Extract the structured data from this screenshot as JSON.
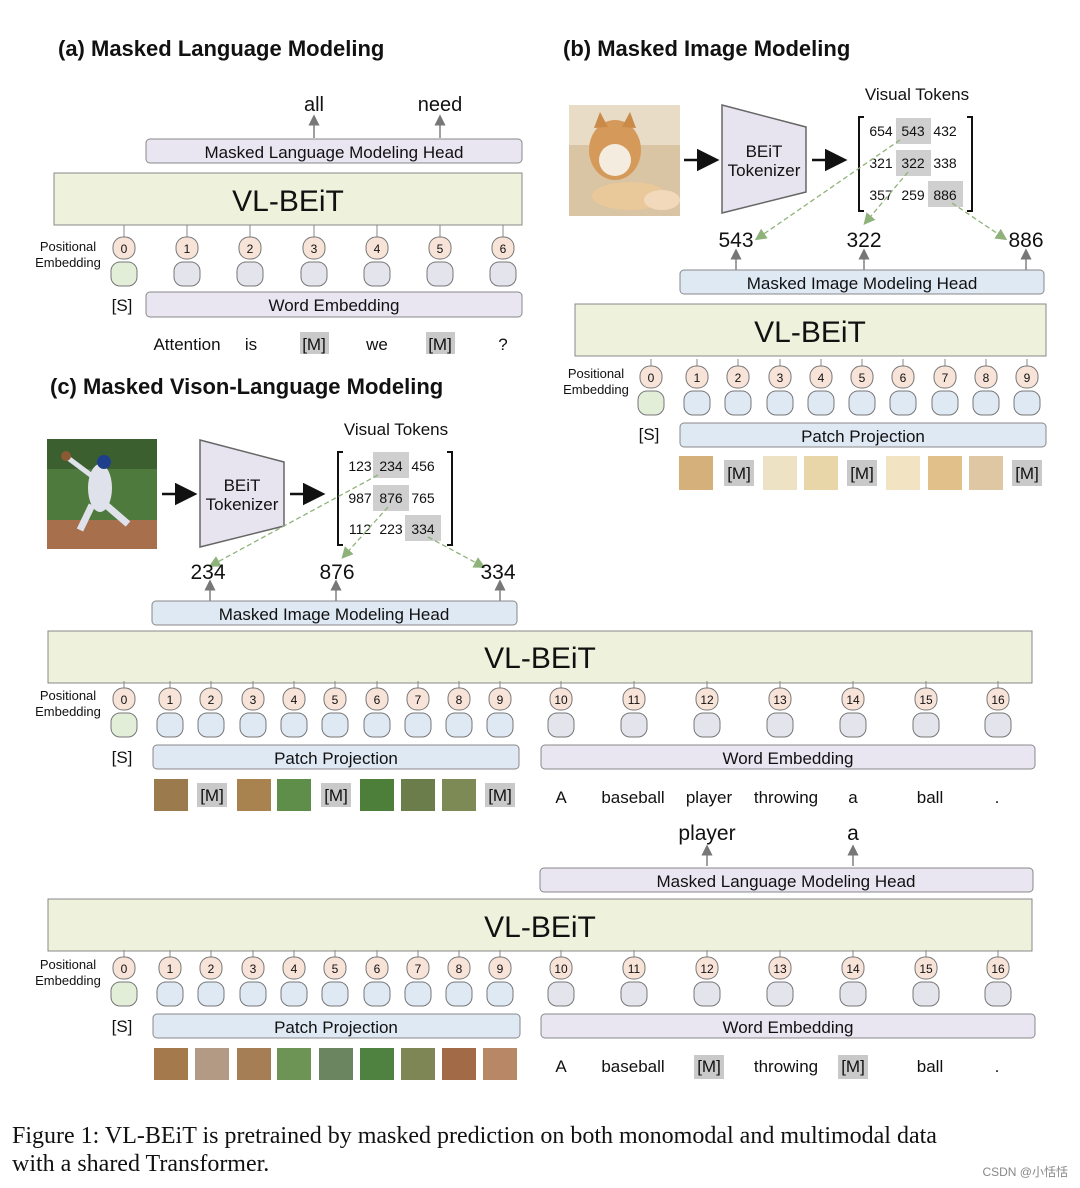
{
  "panel_a": {
    "title": "(a) Masked Language Modeling",
    "outputs": [
      "all",
      "need"
    ],
    "head_label": "Masked Language Modeling Head",
    "backbone_label": "VL-BEiT",
    "pos_label_1": "Positional",
    "pos_label_2": "Embedding",
    "positions": [
      "0",
      "1",
      "2",
      "3",
      "4",
      "5",
      "6"
    ],
    "cls_token": "[S]",
    "embed_label": "Word Embedding",
    "words": [
      "Attention",
      "is",
      "[M]",
      "we",
      "[M]",
      "?"
    ]
  },
  "panel_b": {
    "title": "(b) Masked Image Modeling",
    "tokenizer_label_1": "BEiT",
    "tokenizer_label_2": "Tokenizer",
    "visual_tokens_label": "Visual Tokens",
    "token_grid": [
      [
        "654",
        "543",
        "432"
      ],
      [
        "321",
        "322",
        "338"
      ],
      [
        "357",
        "259",
        "886"
      ]
    ],
    "outputs": [
      "543",
      "322",
      "886"
    ],
    "head_label": "Masked Image Modeling Head",
    "backbone_label": "VL-BEiT",
    "pos_label_1": "Positional",
    "pos_label_2": "Embedding",
    "positions": [
      "0",
      "1",
      "2",
      "3",
      "4",
      "5",
      "6",
      "7",
      "8",
      "9"
    ],
    "cls_token": "[S]",
    "embed_label": "Patch Projection",
    "mask_token": "[M]"
  },
  "panel_c": {
    "title": "(c) Masked Vison-Language Modeling",
    "tokenizer_label_1": "BEiT",
    "tokenizer_label_2": "Tokenizer",
    "visual_tokens_label": "Visual Tokens",
    "token_grid": [
      [
        "123",
        "234",
        "456"
      ],
      [
        "987",
        "876",
        "765"
      ],
      [
        "112",
        "223",
        "334"
      ]
    ],
    "outputs": [
      "234",
      "876",
      "334"
    ],
    "head_label": "Masked Image Modeling Head",
    "backbone_label": "VL-BEiT",
    "pos_label_1": "Positional",
    "pos_label_2": "Embedding",
    "positions": [
      "0",
      "1",
      "2",
      "3",
      "4",
      "5",
      "6",
      "7",
      "8",
      "9",
      "10",
      "11",
      "12",
      "13",
      "14",
      "15",
      "16"
    ],
    "cls_token": "[S]",
    "patch_label": "Patch Projection",
    "word_label": "Word Embedding",
    "mask_token": "[M]",
    "words": [
      "A",
      "baseball",
      "player",
      "throwing",
      "a",
      "ball",
      "."
    ],
    "lower": {
      "outputs": [
        "player",
        "a"
      ],
      "head_label": "Masked Language Modeling Head",
      "backbone_label": "VL-BEiT",
      "pos_label_1": "Positional",
      "pos_label_2": "Embedding",
      "cls_token": "[S]",
      "patch_label": "Patch Projection",
      "word_label": "Word Embedding",
      "words": [
        "A",
        "baseball",
        "[M]",
        "throwing",
        "[M]",
        "ball",
        "."
      ]
    }
  },
  "caption": {
    "line1": "Figure 1:   VL-BEiT is pretrained by masked prediction on both monomodal and multimodal data",
    "line2": "with a shared Transformer."
  },
  "watermark": "CSDN @小恬恬",
  "colors": {
    "backbone": "#eef1dc",
    "head_blue": "#dfe9f4",
    "head_lav": "#e9e6f2",
    "pos_node": "#f8e3d8",
    "cls_node": "#e3eed9",
    "embed_node": "#dfe9f4",
    "mask_gray": "#c9c9c9",
    "arrow_green": "#8fb27a"
  }
}
